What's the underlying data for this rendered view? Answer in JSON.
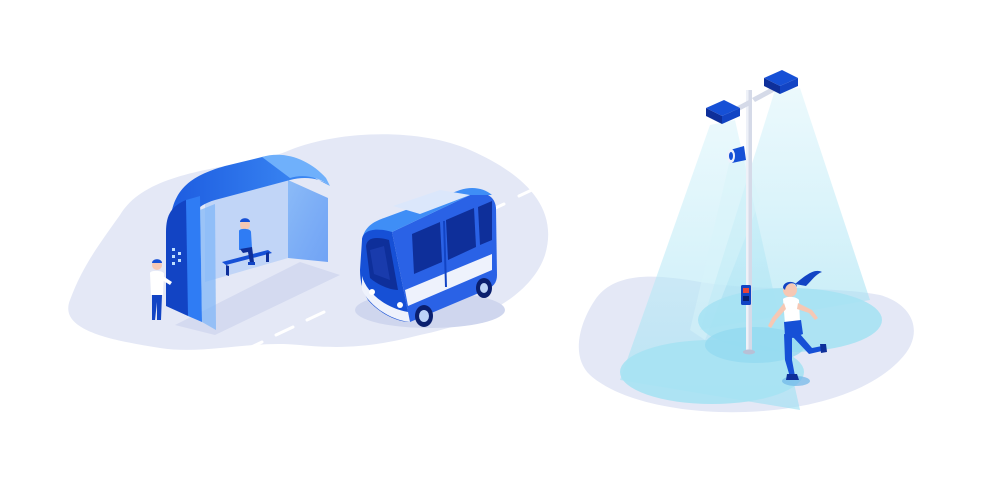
{
  "palette": {
    "ground": "#e3e7f6",
    "shadow": "#cfd6ee",
    "road_dash": "#ffffff",
    "blue_dark": "#0e2f9a",
    "blue_mid": "#1650d6",
    "blue_bright": "#2f7cf4",
    "glass": "#4d95f5",
    "light_cone": "#bfeaf5",
    "light_pool": "#9fe0f2",
    "pole": "#cfd4e4",
    "skin": "#f6c8b4",
    "white": "#ffffff"
  },
  "scene": {
    "left_group": [
      "bus-shelter",
      "waiting-passenger",
      "standing-passenger",
      "autonomous-shuttle"
    ],
    "right_group": [
      "street-lamp",
      "camera",
      "signal-button",
      "running-woman"
    ]
  }
}
